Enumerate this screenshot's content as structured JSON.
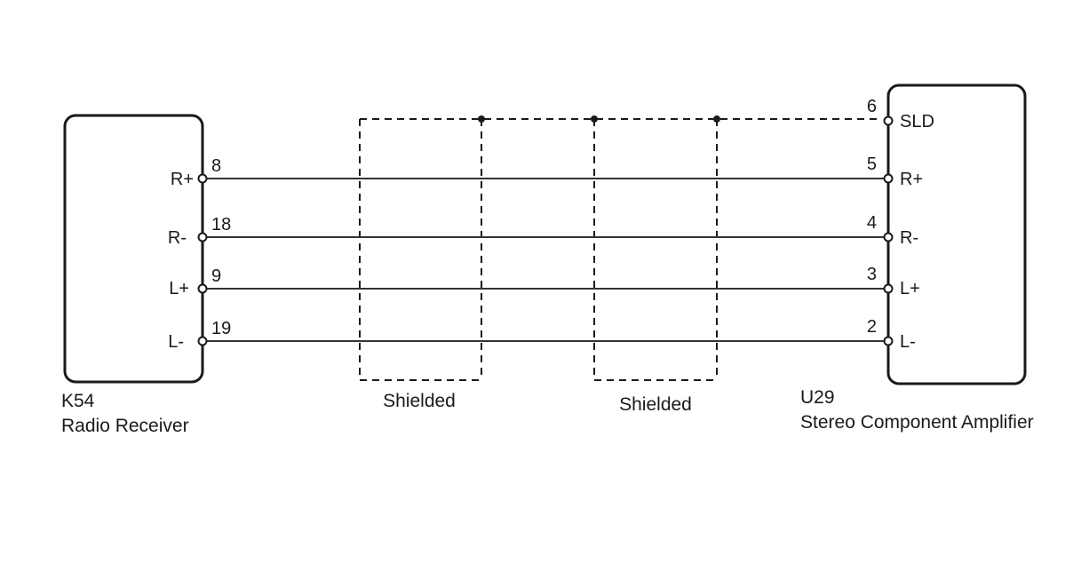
{
  "left_component": {
    "code": "K54",
    "name": "Radio Receiver",
    "pins": [
      {
        "label": "R+",
        "number": "8"
      },
      {
        "label": "R-",
        "number": "18"
      },
      {
        "label": "L+",
        "number": "9"
      },
      {
        "label": "L-",
        "number": "19"
      }
    ]
  },
  "right_component": {
    "code": "U29",
    "name": "Stereo Component Amplifier",
    "pins": [
      {
        "label": "SLD",
        "number": "6"
      },
      {
        "label": "R+",
        "number": "5"
      },
      {
        "label": "R-",
        "number": "4"
      },
      {
        "label": "L+",
        "number": "3"
      },
      {
        "label": "L-",
        "number": "2"
      }
    ]
  },
  "shields": [
    {
      "label": "Shielded"
    },
    {
      "label": "Shielded"
    }
  ]
}
